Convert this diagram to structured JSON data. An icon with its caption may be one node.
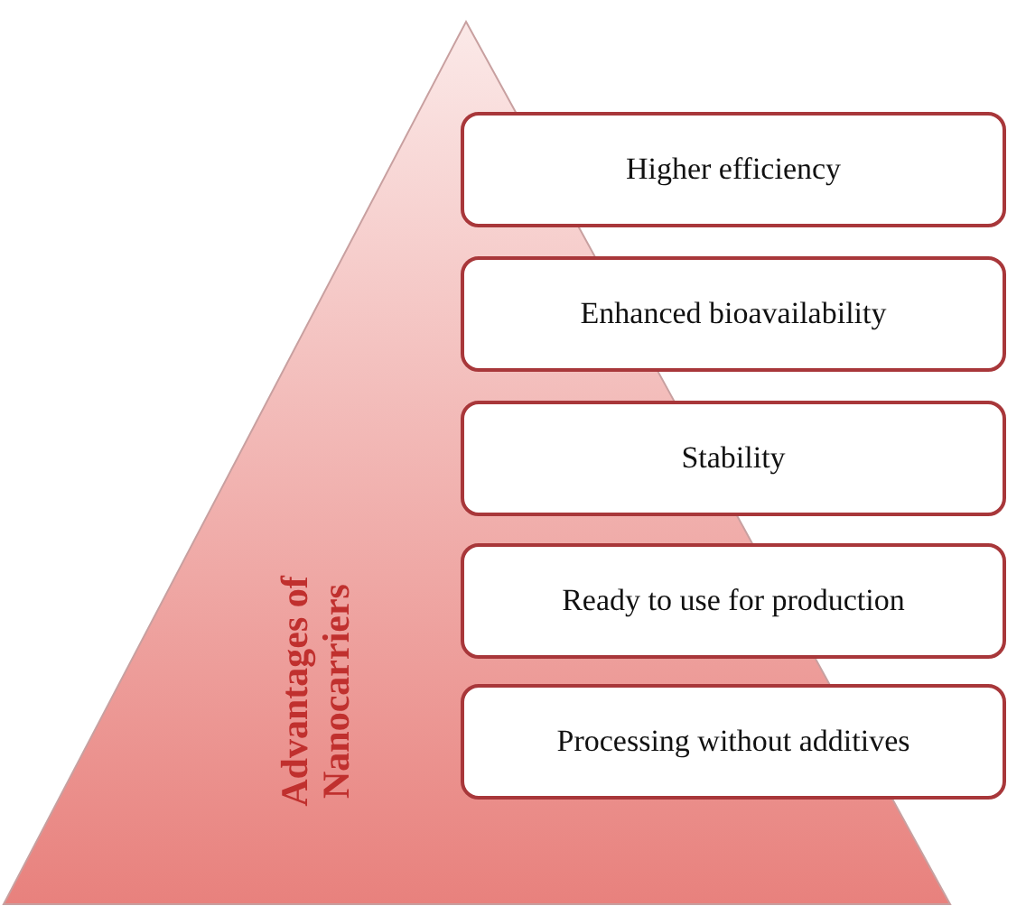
{
  "diagram": {
    "nodes": [
      {
        "text": [
          "Advantages of Nanocarriers"
        ]
      },
      {
        "text": [
          "Higher efficiency"
        ]
      },
      {
        "text": [
          "Enhanced bioavailability"
        ]
      },
      {
        "text": [
          "Stability"
        ]
      },
      {
        "text": [
          "Ready to use for production"
        ]
      },
      {
        "text": [
          "Processing without additives"
        ]
      }
    ]
  }
}
